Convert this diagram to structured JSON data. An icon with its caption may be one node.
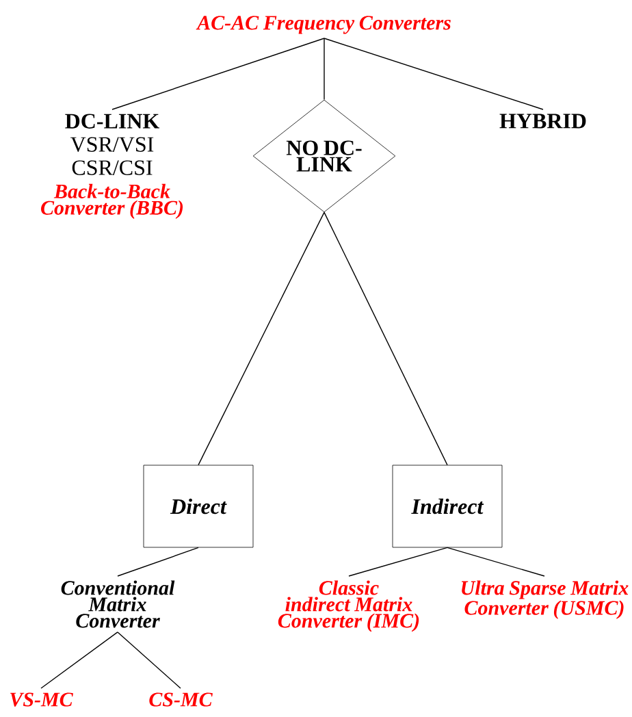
{
  "diagram": {
    "nodes": [
      {
        "text": [
          "AC-AC Frequency Converters"
        ]
      },
      {
        "text": [
          "DC-LINK",
          "VSR/VSI",
          "CSR/CSI",
          "Back-to-Back Converter (BBC)"
        ]
      },
      {
        "text": [
          "NO DC-LINK"
        ]
      },
      {
        "text": [
          "HYBRID"
        ]
      },
      {
        "text": [
          "Direct"
        ]
      },
      {
        "text": [
          "Indirect"
        ]
      },
      {
        "text": [
          "Conventional Matrix Converter"
        ]
      },
      {
        "text": [
          "Classic indirect Matrix Converter (IMC)"
        ]
      },
      {
        "text": [
          "Ultra Sparse Matrix Converter (USMC)"
        ]
      },
      {
        "text": [
          "VS-MC"
        ]
      },
      {
        "text": [
          "CS-MC"
        ]
      }
    ],
    "edges": [
      {
        "from": 0,
        "to": 1,
        "arrow": "none"
      },
      {
        "from": 0,
        "to": 2,
        "arrow": "none"
      },
      {
        "from": 0,
        "to": 3,
        "arrow": "none"
      },
      {
        "from": 2,
        "to": 4,
        "arrow": "none"
      },
      {
        "from": 2,
        "to": 5,
        "arrow": "none"
      },
      {
        "from": 4,
        "to": 6,
        "arrow": "none"
      },
      {
        "from": 5,
        "to": 7,
        "arrow": "none"
      },
      {
        "from": 5,
        "to": 8,
        "arrow": "none"
      },
      {
        "from": 6,
        "to": 9,
        "arrow": "none"
      },
      {
        "from": 6,
        "to": 10,
        "arrow": "none"
      }
    ]
  }
}
